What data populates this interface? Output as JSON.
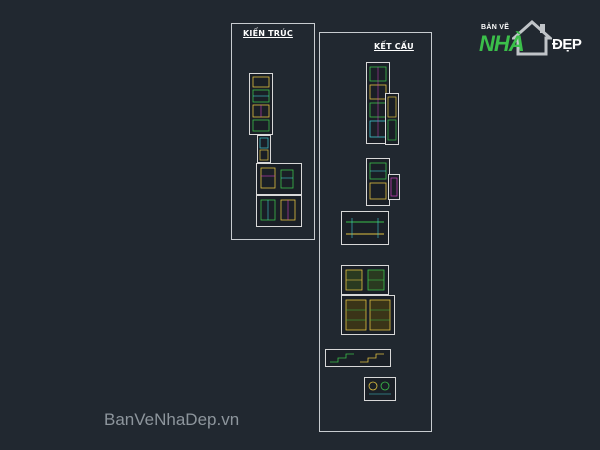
{
  "canvas": {
    "background": "#212830"
  },
  "frames": {
    "left": {
      "title": "KIẾN TRÚC"
    },
    "right": {
      "title": "KẾT CẤU"
    }
  },
  "logo": {
    "line1": "BẢN VẼ",
    "line2": "NHÀ",
    "line3": "ĐẸP",
    "house_icon": "house-icon"
  },
  "watermark": {
    "text": "BanVeNhaDep.vn"
  },
  "colors": {
    "frame_border": "#c8ccd0",
    "drawing_green": "#3bbf4a",
    "drawing_yellow": "#e0c040",
    "drawing_cyan": "#40c8d0",
    "drawing_magenta": "#d040c0"
  }
}
